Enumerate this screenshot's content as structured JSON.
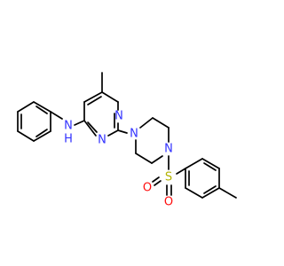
{
  "colors": {
    "bond": "#000000",
    "nitrogen": "#3232ff",
    "sulfur": "#b2b200",
    "oxygen": "#ff0d0d",
    "hydrogen_on_nitrogen": "#3232ff",
    "background": "#ffffff"
  },
  "atoms": {
    "ring_n1": {
      "element": "N",
      "label": "N"
    },
    "ring_n2": {
      "element": "N",
      "label": "N"
    },
    "amine_n": {
      "element": "N",
      "label": "N"
    },
    "amine_h": {
      "element": "H",
      "label": "H"
    },
    "piperazine_n1": {
      "element": "N",
      "label": "N"
    },
    "piperazine_n2": {
      "element": "N",
      "label": "N"
    },
    "sulfonyl_s": {
      "element": "S",
      "label": "S"
    },
    "sulfonyl_o1": {
      "element": "O",
      "label": "O"
    },
    "sulfonyl_o2": {
      "element": "O",
      "label": "O"
    }
  }
}
